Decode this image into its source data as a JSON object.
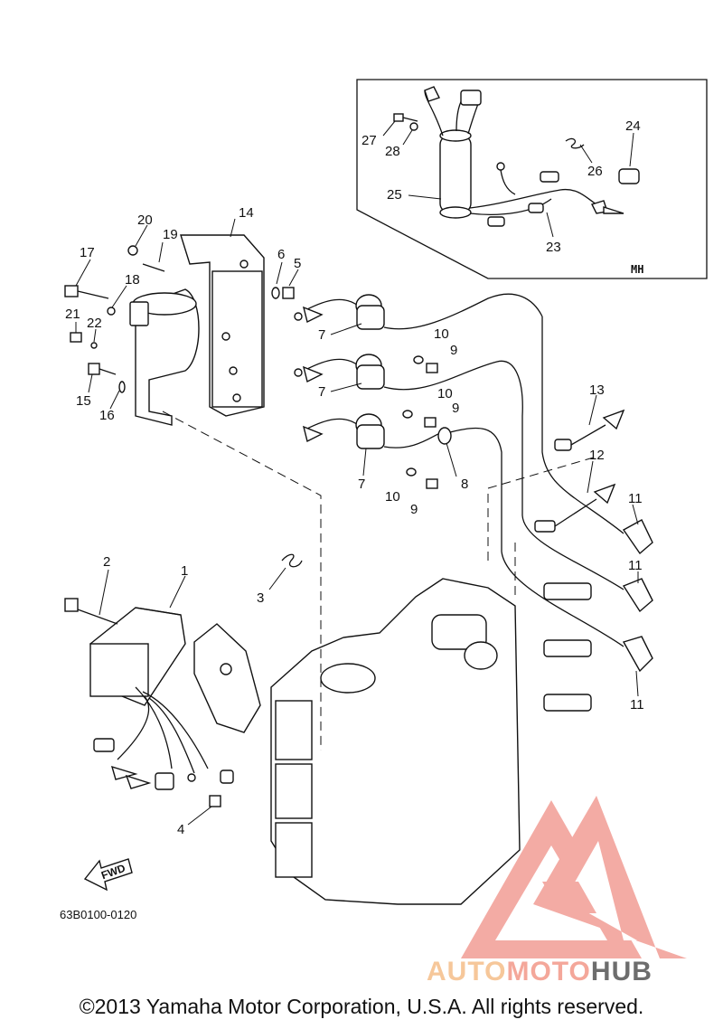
{
  "diagram": {
    "part_code": "63B0100-0120",
    "inset_tag": "MH",
    "fwd_label": "FWD",
    "callouts": {
      "c1": "1",
      "c2": "2",
      "c3": "3",
      "c4": "4",
      "c5": "5",
      "c6": "6",
      "c7a": "7",
      "c7b": "7",
      "c7c": "7",
      "c8": "8",
      "c9a": "9",
      "c9b": "9",
      "c9c": "9",
      "c10a": "10",
      "c10b": "10",
      "c10c": "10",
      "c11a": "11",
      "c11b": "11",
      "c11c": "11",
      "c12": "12",
      "c13": "13",
      "c14": "14",
      "c15": "15",
      "c16": "16",
      "c17": "17",
      "c18": "18",
      "c19": "19",
      "c20": "20",
      "c21": "21",
      "c22": "22",
      "c23": "23",
      "c24": "24",
      "c25": "25",
      "c26": "26",
      "c27": "27",
      "c28": "28"
    }
  },
  "footer": {
    "copyright": "©2013 Yamaha Motor Corporation, U.S.A. All rights reserved."
  },
  "watermark": {
    "part1": "AUTO",
    "part2": "MOTO",
    "part3": "HUB",
    "colors": {
      "light_orange": "#f6c79a",
      "salmon": "#f4a79a",
      "gray": "#6d6d6d",
      "logo_red": "#ef8f86"
    }
  }
}
